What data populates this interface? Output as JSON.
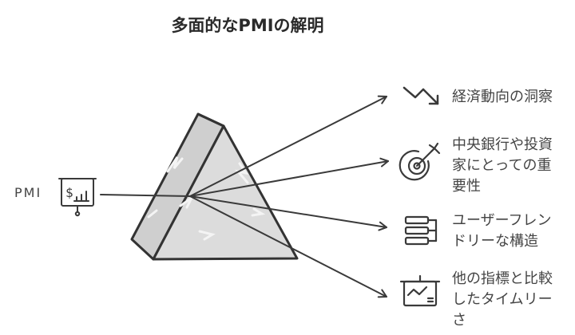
{
  "title": "多面的なPMIの解明",
  "source": {
    "label": "PMI",
    "icon": "presentation-dollar-chart-icon"
  },
  "outputs": [
    {
      "lines": [
        "経済動向の洞察"
      ],
      "icon": "trend-down-arrow-icon"
    },
    {
      "lines": [
        "中央銀行や投資",
        "家にとっての重",
        "要性"
      ],
      "icon": "target-arrow-icon"
    },
    {
      "lines": [
        "ユーザーフレン",
        "ドリーな構造"
      ],
      "icon": "hierarchy-list-icon"
    },
    {
      "lines": [
        "他の指標と比較",
        "したタイムリー",
        "さ"
      ],
      "icon": "line-chart-board-icon"
    }
  ],
  "colors": {
    "stroke": "#3a3a3a",
    "prism_fill": "#d9d9d9"
  }
}
